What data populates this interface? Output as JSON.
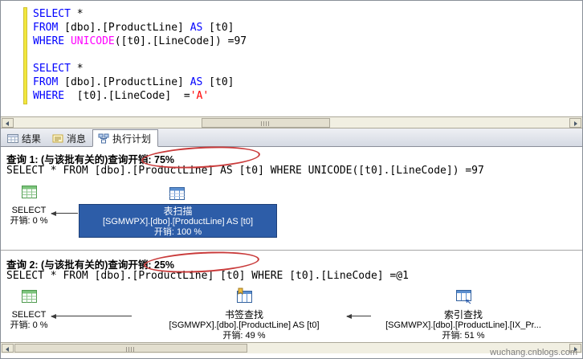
{
  "window": {
    "watermark": "wuchang.cnblogs.com"
  },
  "colors": {
    "keyword": "#0000ff",
    "function": "#ff00ff",
    "string": "#ff0000",
    "selected_node_background": "#2d5da8",
    "annotation_ellipse": "#c93a3a",
    "changed_lines_bar": "#f2e63e"
  },
  "editor": {
    "lines": [
      {
        "tokens": [
          {
            "text": "SELECT",
            "type": "keyword"
          },
          {
            "text": " *",
            "type": "plain"
          }
        ]
      },
      {
        "tokens": [
          {
            "text": "FROM",
            "type": "keyword"
          },
          {
            "text": " [dbo].[ProductLine] ",
            "type": "plain"
          },
          {
            "text": "AS",
            "type": "keyword"
          },
          {
            "text": " [t0]",
            "type": "plain"
          }
        ]
      },
      {
        "tokens": [
          {
            "text": "WHERE",
            "type": "keyword"
          },
          {
            "text": " ",
            "type": "plain"
          },
          {
            "text": "UNICODE",
            "type": "function"
          },
          {
            "text": "([t0].[LineCode]) =97",
            "type": "plain"
          }
        ]
      },
      {
        "tokens": []
      },
      {
        "tokens": [
          {
            "text": "SELECT",
            "type": "keyword"
          },
          {
            "text": " *",
            "type": "plain"
          }
        ]
      },
      {
        "tokens": [
          {
            "text": "FROM",
            "type": "keyword"
          },
          {
            "text": " [dbo].[ProductLine] ",
            "type": "plain"
          },
          {
            "text": "AS",
            "type": "keyword"
          },
          {
            "text": " [t0]",
            "type": "plain"
          }
        ]
      },
      {
        "tokens": [
          {
            "text": "WHERE",
            "type": "keyword"
          },
          {
            "text": "  [t0].[LineCode]  =",
            "type": "plain"
          },
          {
            "text": "'A'",
            "type": "string"
          }
        ]
      }
    ]
  },
  "tabs": {
    "active": "执行计划",
    "items": [
      {
        "label": "结果"
      },
      {
        "label": "消息"
      },
      {
        "label": "执行计划"
      }
    ]
  },
  "plan": {
    "query1": {
      "header": "查询 1: (与该批有关的)查询开销: 75%",
      "statement": "SELECT * FROM [dbo].[ProductLine] AS [t0] WHERE UNICODE([t0].[LineCode]) =97",
      "select_node": {
        "label": "SELECT",
        "cost": "开销: 0 %"
      },
      "table_scan": {
        "title": "表扫描",
        "object": "[SGMWPX].[dbo].[ProductLine] AS [t0]",
        "cost": "开销: 100 %"
      }
    },
    "query2": {
      "header": "查询 2: (与该批有关的)查询开销: 25%",
      "statement": "SELECT * FROM [dbo].[ProductLine] [t0] WHERE [t0].[LineCode] =@1",
      "select_node": {
        "label": "SELECT",
        "cost": "开销: 0 %"
      },
      "bookmark_lookup": {
        "title": "书签查找",
        "object": "[SGMWPX].[dbo].[ProductLine] AS [t0]",
        "cost": "开销: 49 %"
      },
      "index_seek": {
        "title": "索引查找",
        "object": "[SGMWPX].[dbo].[ProductLine].[IX_Pr...",
        "cost": "开销: 51 %"
      }
    }
  }
}
